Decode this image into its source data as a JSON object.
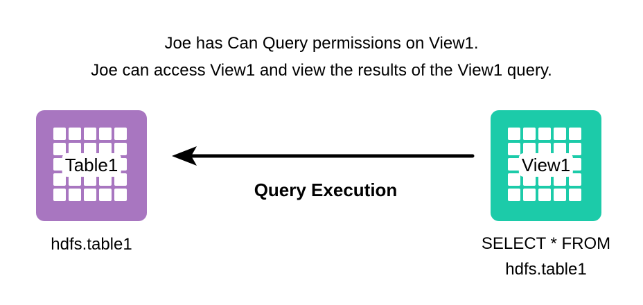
{
  "caption": {
    "line1": "Joe has Can Query permissions on View1.",
    "line2": "Joe can access View1 and view the results of the View1 query."
  },
  "source": {
    "label": "Table1",
    "caption": "hdfs.table1",
    "color": "#a876c0",
    "icon": "table-grid-icon"
  },
  "target": {
    "label": "View1",
    "caption_line1": "SELECT * FROM",
    "caption_line2": "hdfs.table1",
    "color": "#1ccba9",
    "icon": "view-grid-icon"
  },
  "edge": {
    "label": "Query Execution",
    "direction": "from View1 to Table1"
  }
}
